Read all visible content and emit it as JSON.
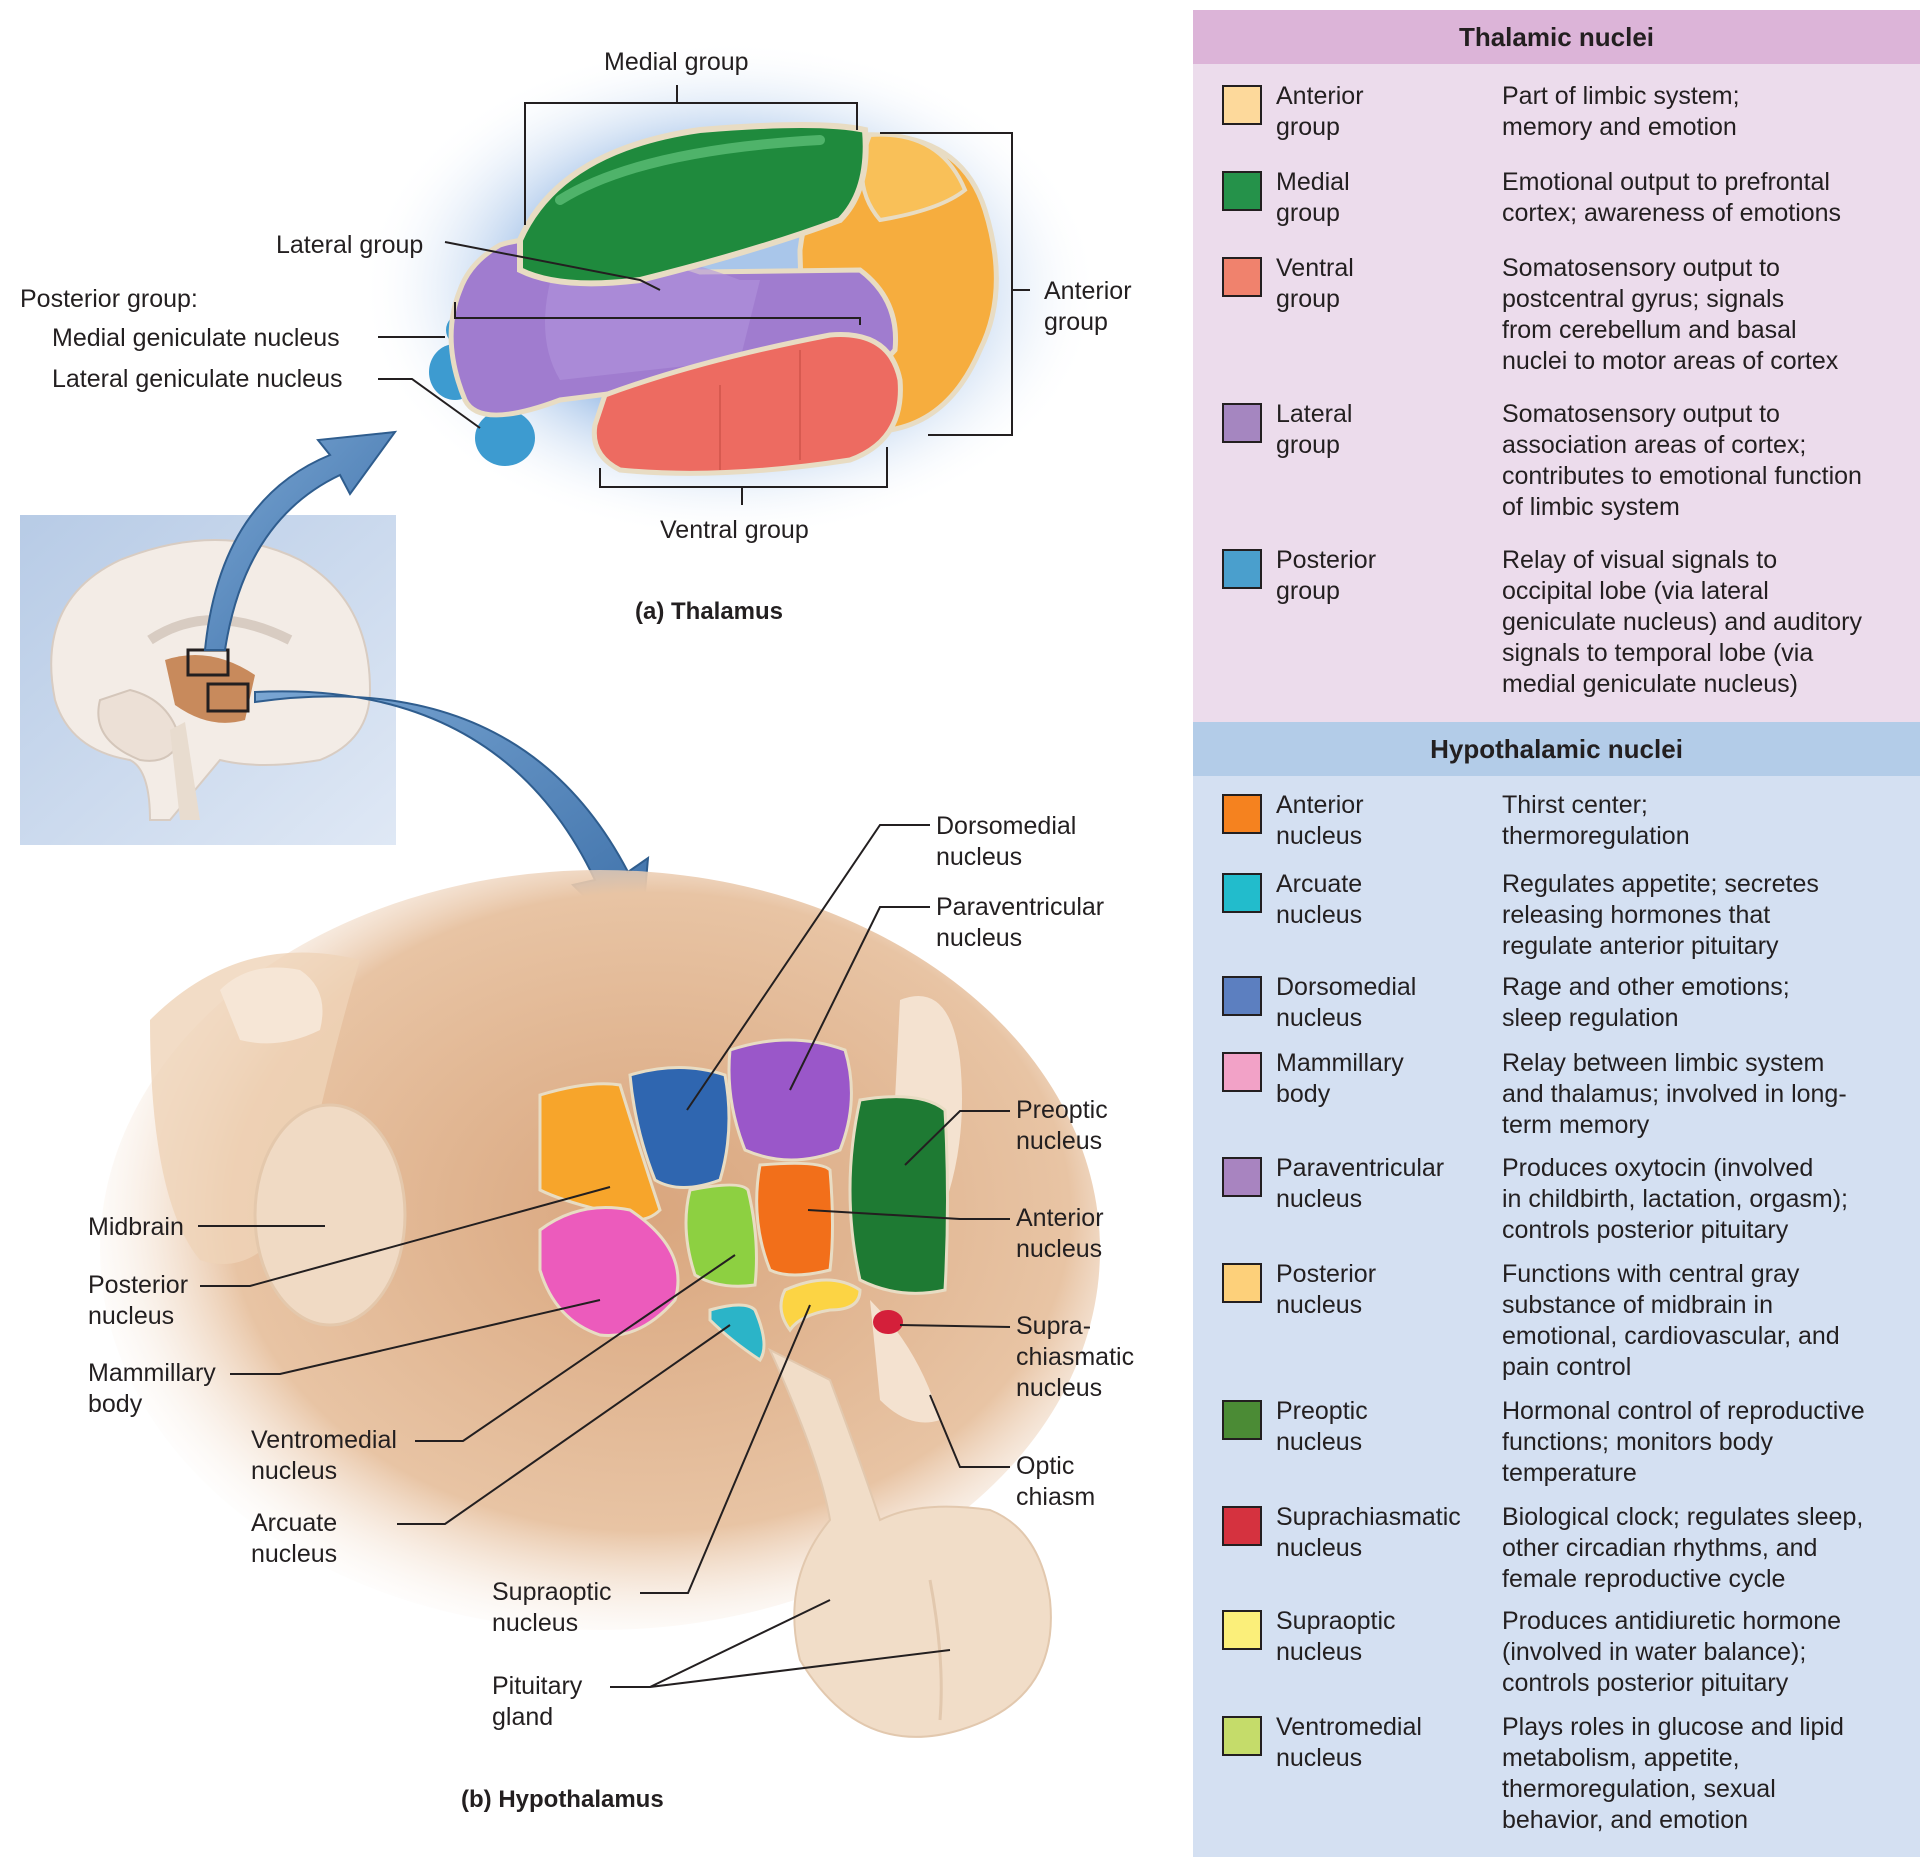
{
  "thalamus_labels": {
    "medial_group": "Medial group",
    "lateral_group": "Lateral group",
    "posterior_group": "Posterior group:",
    "medial_geniculate": "Medial geniculate nucleus",
    "lateral_geniculate": "Lateral geniculate nucleus",
    "anterior_group_l1": "Anterior",
    "anterior_group_l2": "group",
    "ventral_group": "Ventral group",
    "caption": "(a) Thalamus"
  },
  "hypothalamus_labels": {
    "dorsomedial_l1": "Dorsomedial",
    "dorsomedial_l2": "nucleus",
    "paraventricular_l1": "Paraventricular",
    "paraventricular_l2": "nucleus",
    "preoptic_l1": "Preoptic",
    "preoptic_l2": "nucleus",
    "anterior_l1": "Anterior",
    "anterior_l2": "nucleus",
    "suprachiasmatic_l1": "Supra-",
    "suprachiasmatic_l2": "chiasmatic",
    "suprachiasmatic_l3": "nucleus",
    "optic_l1": "Optic",
    "optic_l2": "chiasm",
    "midbrain": "Midbrain",
    "posterior_l1": "Posterior",
    "posterior_l2": "nucleus",
    "mammillary_l1": "Mammillary",
    "mammillary_l2": "body",
    "ventromedial_l1": "Ventromedial",
    "ventromedial_l2": "nucleus",
    "arcuate_l1": "Arcuate",
    "arcuate_l2": "nucleus",
    "supraoptic_l1": "Supraoptic",
    "supraoptic_l2": "nucleus",
    "pituitary_l1": "Pituitary",
    "pituitary_l2": "gland",
    "caption": "(b) Hypothalamus"
  },
  "thalamic_table": {
    "title": "Thalamic nuclei",
    "rows": [
      {
        "name": [
          "Anterior",
          "group"
        ],
        "desc": [
          "Part of limbic system;",
          "memory and emotion"
        ],
        "color": "#fdd99b"
      },
      {
        "name": [
          "Medial",
          "group"
        ],
        "desc": [
          "Emotional output to prefrontal",
          "cortex; awareness of emotions"
        ],
        "color": "#25924a"
      },
      {
        "name": [
          "Ventral",
          "group"
        ],
        "desc": [
          "Somatosensory output to",
          "postcentral gyrus; signals",
          "from cerebellum and basal",
          "nuclei to motor areas of cortex"
        ],
        "color": "#f0826d"
      },
      {
        "name": [
          "Lateral",
          "group"
        ],
        "desc": [
          "Somatosensory output to",
          "association areas of cortex;",
          "contributes to emotional function",
          "of limbic system"
        ],
        "color": "#a586c0"
      },
      {
        "name": [
          "Posterior",
          "group"
        ],
        "desc": [
          "Relay of visual signals to",
          "occipital lobe (via lateral",
          "geniculate nucleus) and auditory",
          "signals to temporal lobe (via",
          "medial geniculate nucleus)"
        ],
        "color": "#4a9fcd"
      }
    ]
  },
  "hypothalamic_table": {
    "title": "Hypothalamic nuclei",
    "rows": [
      {
        "name": [
          "Anterior",
          "nucleus"
        ],
        "desc": [
          "Thirst center;",
          "thermoregulation"
        ],
        "color": "#f5821f"
      },
      {
        "name": [
          "Arcuate",
          "nucleus"
        ],
        "desc": [
          "Regulates appetite; secretes",
          "releasing hormones that",
          "regulate anterior pituitary"
        ],
        "color": "#22bccc"
      },
      {
        "name": [
          "Dorsomedial",
          "nucleus"
        ],
        "desc": [
          "Rage and other emotions;",
          "sleep regulation"
        ],
        "color": "#5c7fc0"
      },
      {
        "name": [
          "Mammillary",
          "body"
        ],
        "desc": [
          "Relay between limbic system",
          "and thalamus; involved in long-",
          "term memory"
        ],
        "color": "#f2a2c7"
      },
      {
        "name": [
          "Paraventricular",
          "nucleus"
        ],
        "desc": [
          "Produces oxytocin (involved",
          "in childbirth, lactation, orgasm);",
          "controls posterior pituitary"
        ],
        "color": "#a884c0"
      },
      {
        "name": [
          "Posterior",
          "nucleus"
        ],
        "desc": [
          "Functions with central gray",
          "substance of midbrain in",
          "emotional, cardiovascular, and",
          "pain control"
        ],
        "color": "#fdd07a"
      },
      {
        "name": [
          "Preoptic",
          "nucleus"
        ],
        "desc": [
          "Hormonal control of reproductive",
          "functions; monitors body",
          "temperature"
        ],
        "color": "#4b8b35"
      },
      {
        "name": [
          "Suprachiasmatic",
          "nucleus"
        ],
        "desc": [
          "Biological clock; regulates sleep,",
          "other circadian rhythms, and",
          "female reproductive cycle"
        ],
        "color": "#d5323f"
      },
      {
        "name": [
          "Supraoptic",
          "nucleus"
        ],
        "desc": [
          "Produces antidiuretic hormone",
          "(involved in water balance);",
          "controls posterior pituitary"
        ],
        "color": "#fbef7a"
      },
      {
        "name": [
          "Ventromedial",
          "nucleus"
        ],
        "desc": [
          "Plays roles in glucose and lipid",
          "metabolism, appetite,",
          "thermoregulation, sexual",
          "behavior, and emotion"
        ],
        "color": "#c5dc6a"
      }
    ]
  },
  "colors": {
    "thalamic_bg": "#ecdcec",
    "thalamic_header": "#dcb4d8",
    "hypothalamic_bg": "#d4e0f2",
    "hypothalamic_header": "#b3cce8"
  }
}
